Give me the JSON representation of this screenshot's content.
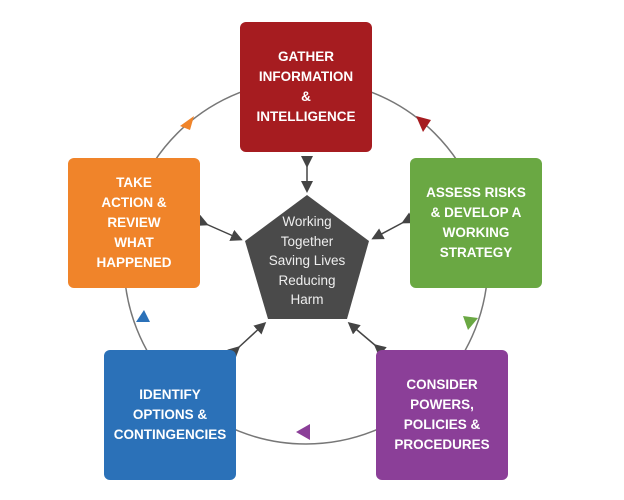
{
  "center_text": [
    "Working",
    "Together",
    "Saving Lives",
    "Reducing",
    "Harm"
  ],
  "steps": [
    {
      "label": "GATHER INFORMATION & INTELLIGENCE",
      "color": "#a61c20"
    },
    {
      "label": "ASSESS RISKS & DEVELOP A WORKING STRATEGY",
      "color": "#6aa843"
    },
    {
      "label": "CONSIDER POWERS, POLICIES & PROCEDURES",
      "color": "#8b3f98"
    },
    {
      "label": "IDENTIFY OPTIONS & CONTINGENCIES",
      "color": "#2b71b8"
    },
    {
      "label": "TAKE ACTION & REVIEW WHAT HAPPENED",
      "color": "#f0842a"
    }
  ],
  "center_color": "#4a4a4a"
}
